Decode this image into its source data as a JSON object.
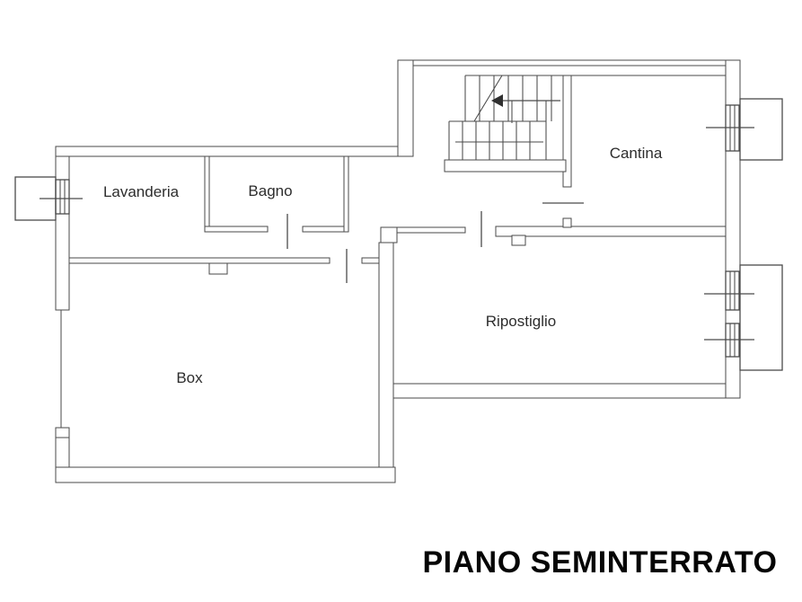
{
  "title": "PIANO SEMINTERRATO",
  "rooms": {
    "lavanderia": "Lavanderia",
    "bagno": "Bagno",
    "cantina": "Cantina",
    "ripostiglio": "Ripostiglio",
    "box": "Box"
  },
  "colors": {
    "wall_line": "#4a4a4a",
    "room_label": "#2d2d2d",
    "title_text": "#050505",
    "background": "#ffffff"
  }
}
